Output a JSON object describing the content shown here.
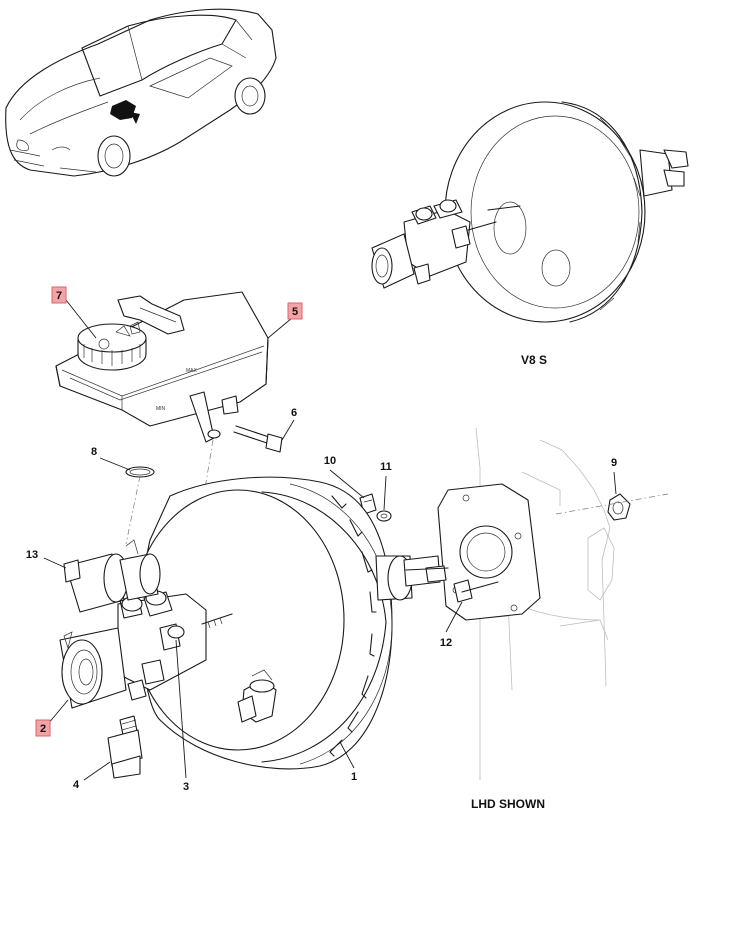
{
  "diagram": {
    "captions": {
      "variant": "V8 S",
      "orientation": "LHD SHOWN"
    },
    "callouts": [
      "1",
      "2",
      "3",
      "4",
      "5",
      "6",
      "7",
      "8",
      "9",
      "10",
      "11",
      "12",
      "13"
    ],
    "highlighted_callouts": [
      "2",
      "5",
      "7"
    ],
    "highlight_color": "#f2a3a8",
    "line_color": "#1a1a1a"
  }
}
